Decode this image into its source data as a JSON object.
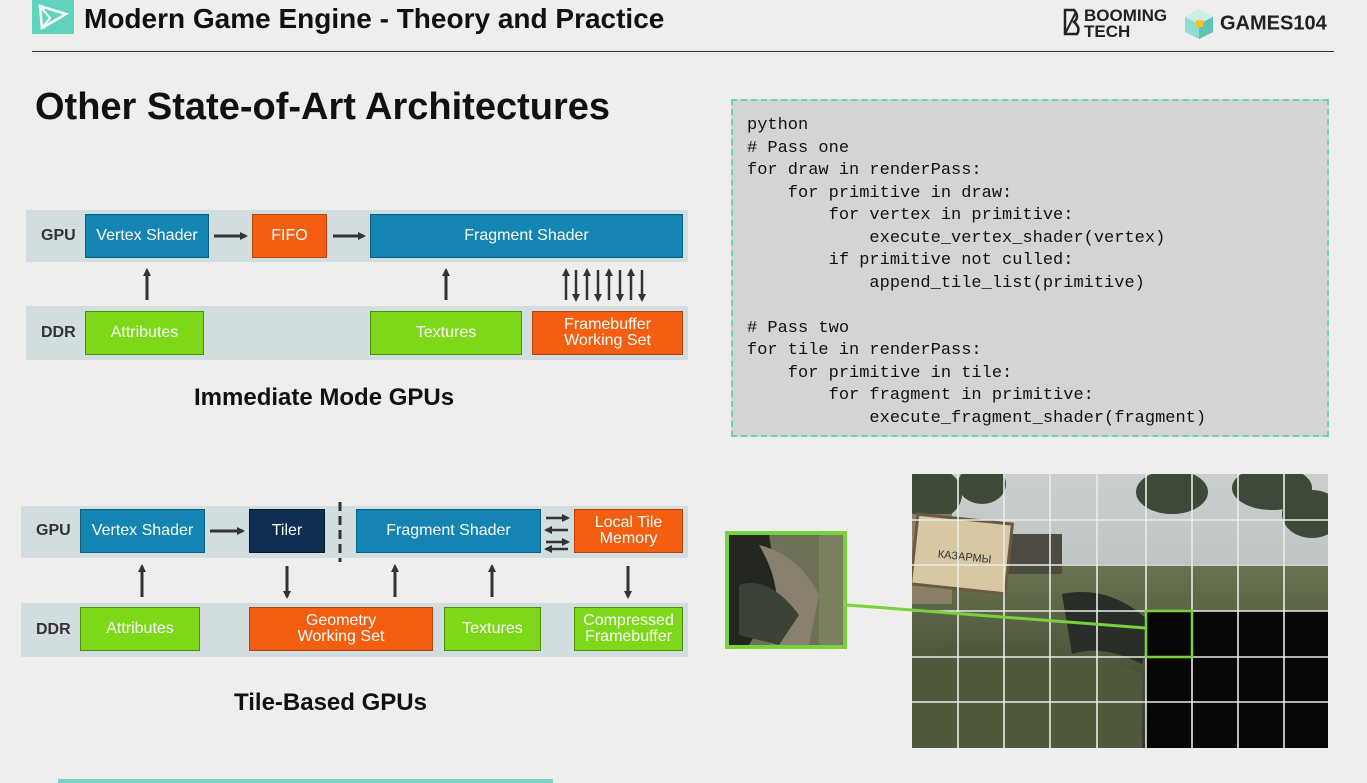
{
  "header": {
    "course_title": "Modern Game Engine - Theory and Practice",
    "brand1_line1": "BOOMING",
    "brand1_line2": "TECH",
    "brand2": "GAMES104"
  },
  "slide_title": "Other State-of-Art Architectures",
  "immediate": {
    "gpu_label": "GPU",
    "ddr_label": "DDR",
    "vertex_shader": "Vertex Shader",
    "fifo": "FIFO",
    "fragment_shader": "Fragment Shader",
    "attributes": "Attributes",
    "textures": "Textures",
    "framebuffer_line1": "Framebuffer",
    "framebuffer_line2": "Working Set",
    "caption": "Immediate Mode GPUs"
  },
  "tile": {
    "gpu_label": "GPU",
    "ddr_label": "DDR",
    "vertex_shader": "Vertex Shader",
    "tiler": "Tiler",
    "fragment_shader": "Fragment Shader",
    "local_tile_line1": "Local Tile",
    "local_tile_line2": "Memory",
    "attributes": "Attributes",
    "geometry_line1": "Geometry",
    "geometry_line2": "Working Set",
    "textures": "Textures",
    "compressed_line1": "Compressed",
    "compressed_line2": "Framebuffer",
    "caption": "Tile-Based GPUs"
  },
  "code": {
    "text": "python\n# Pass one\nfor draw in renderPass:\n    for primitive in draw:\n        for vertex in primitive:\n            execute_vertex_shader(vertex)\n        if primitive not culled:\n            append_tile_list(primitive)\n\n# Pass two\nfor tile in renderPass:\n    for primitive in tile:\n        for fragment in primitive:\n            execute_fragment_shader(fragment)"
  },
  "game_image": {
    "sign_text": "КАЗАРМЫ"
  },
  "colors": {
    "accent": "#5fd3bd",
    "shader_blue": "#1484b2",
    "tiler_navy": "#0f2f52",
    "memory_orange": "#f45e11",
    "data_green": "#7ed81a",
    "band": "#d2dde0",
    "highlight_green": "#78d23c"
  }
}
